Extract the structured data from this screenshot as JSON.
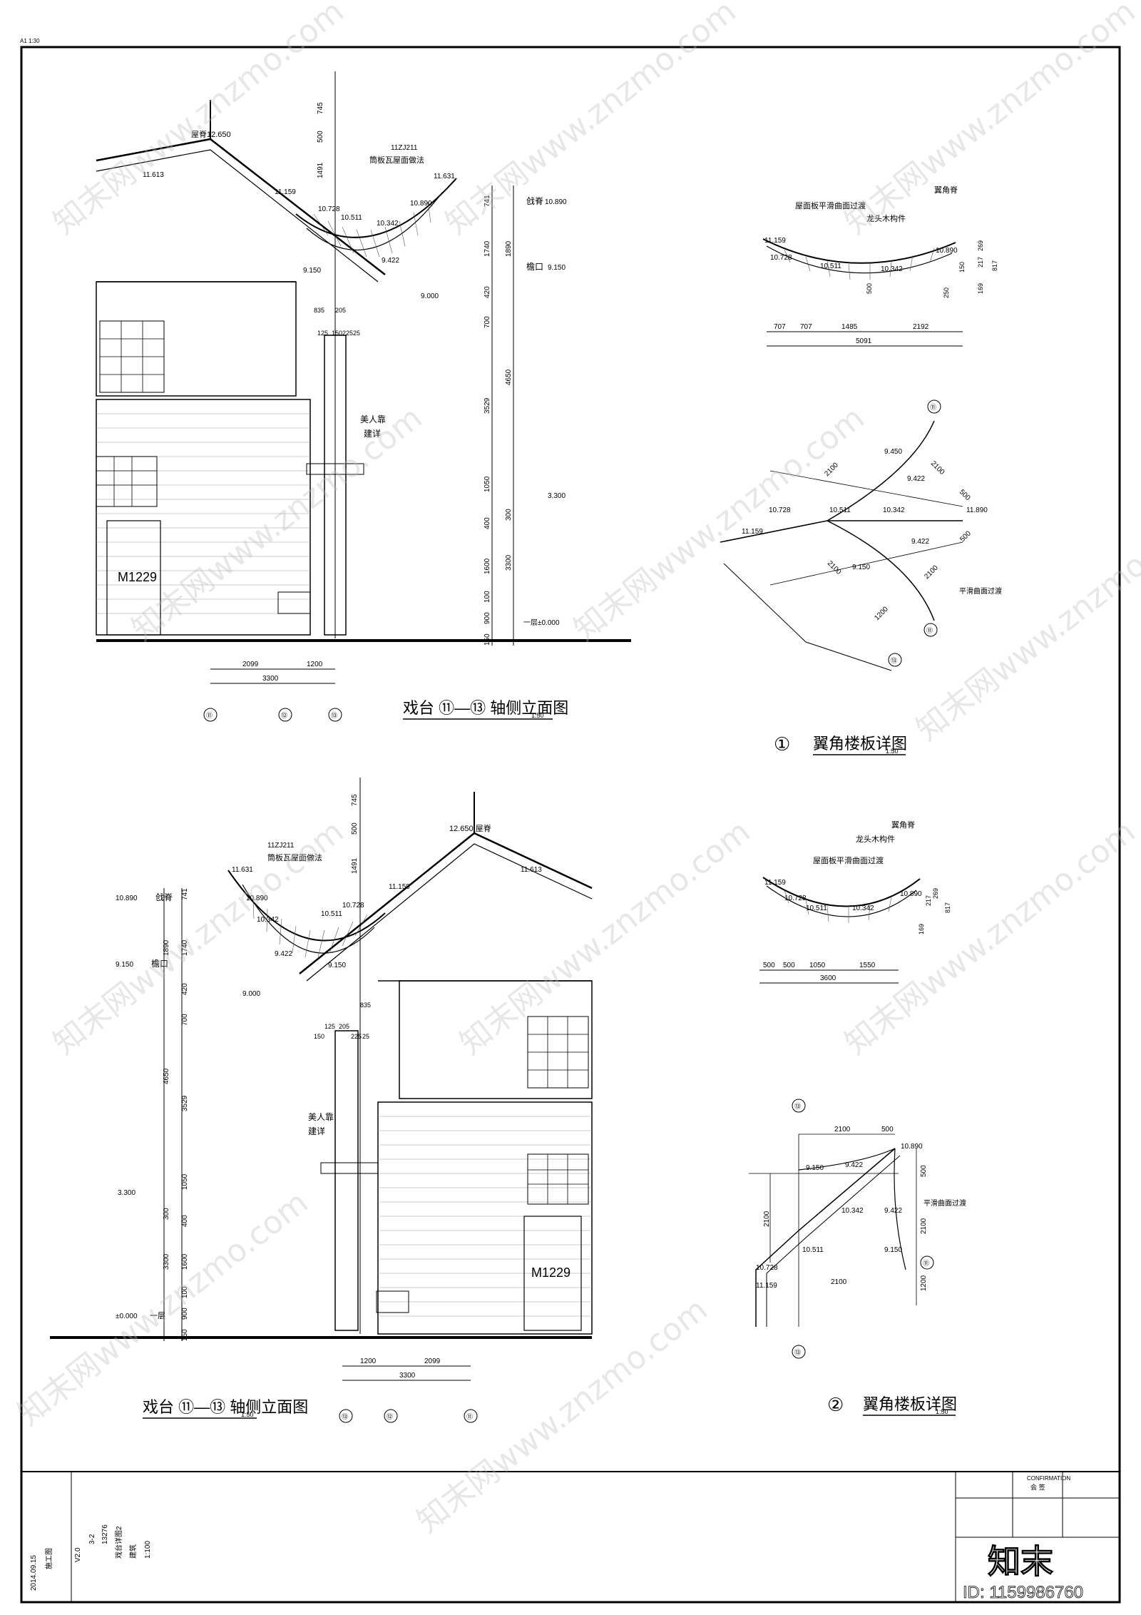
{
  "sheet_note": "A1 1:30",
  "view1": {
    "title": "戏台 ⑪—⑬ 轴侧立面图",
    "scale": "1:50",
    "ridge_label": "屋脊12.650",
    "roof_note_code": "11ZJ211",
    "roof_note": "筒板瓦屋面做法",
    "elev_ridge_tip": "11.631",
    "elev_a": "11.613",
    "elev_b": "11.159",
    "elev_c": "10.728",
    "elev_d": "10.511",
    "elev_e": "10.342",
    "elev_f": "10.890",
    "elev_g": "9.422",
    "elev_h": "9.150",
    "elev_i": "9.000",
    "wall_note_1": "美人靠",
    "wall_note_2": "建详",
    "door_tag": "M1229",
    "right_labels": {
      "ridge": "戗脊",
      "ridge_val": "10.890",
      "eave": "檐口",
      "eave_val": "9.150",
      "floor_val": "3.300",
      "ground": "一层±0.000"
    },
    "dims_v1": [
      "745",
      "500",
      "1491"
    ],
    "dims_v2": [
      "741",
      "1740",
      "420",
      "700",
      "3529",
      "1050",
      "400",
      "1600",
      "100",
      "900",
      "150"
    ],
    "dims_v3": [
      "1890",
      "4650",
      "300",
      "3300"
    ],
    "small_dims": [
      "835",
      "205",
      "125",
      "150",
      "225",
      "25"
    ],
    "dims_h": [
      "2099",
      "1200",
      "3300"
    ],
    "axes": [
      "⑪",
      "⑫",
      "⑬"
    ]
  },
  "view2": {
    "title": "戏台 ⑪—⑬ 轴侧立面图",
    "scale": "1:50",
    "ridge_label": "12.650 屋脊",
    "roof_note_code": "11ZJ211",
    "roof_note": "筒板瓦屋面做法",
    "elev_ridge_tip": "11.631",
    "elev_a": "11.613",
    "elev_b": "11.159",
    "elev_c": "10.728",
    "elev_d": "10.511",
    "elev_e": "10.342",
    "elev_f": "10.890",
    "elev_g": "9.422",
    "elev_h": "9.150",
    "elev_i": "9.000",
    "wall_note_1": "美人靠",
    "wall_note_2": "建详",
    "door_tag": "M1229",
    "left_labels": {
      "ridge": "戗脊",
      "ridge_val": "10.890",
      "eave": "檐口",
      "eave_val": "9.150",
      "floor_val": "3.300",
      "ground": "一层",
      "ground_val": "±0.000"
    },
    "dims_v1": [
      "745",
      "500",
      "1491"
    ],
    "dims_v2": [
      "741",
      "1740",
      "420",
      "700",
      "3529",
      "1050",
      "400",
      "1600",
      "100",
      "900",
      "150"
    ],
    "dims_v3": [
      "1890",
      "4650",
      "300",
      "3300"
    ],
    "small_dims": [
      "835",
      "205",
      "125",
      "150",
      "225",
      "25"
    ],
    "dims_h": [
      "1200",
      "2099",
      "3300"
    ],
    "axes": [
      "⑬",
      "⑫",
      "⑪"
    ]
  },
  "detail1": {
    "title": "翼角楼板详图",
    "number": "①",
    "scale": "1:50",
    "label_ridge": "翼角脊",
    "label_surface": "屋面板平滑曲面过渡",
    "label_member": "龙头木构件",
    "section_vals": [
      "11.159",
      "10.728",
      "10.511",
      "10.342",
      "10.890"
    ],
    "section_dims": [
      "500",
      "169",
      "217",
      "269",
      "817",
      "150",
      "250"
    ],
    "plan_dims": [
      "707",
      "707",
      "1485",
      "2192",
      "5091"
    ],
    "plan_vals": [
      "9.450",
      "9.422",
      "10.728",
      "10.511",
      "10.342",
      "11.890",
      "9.422",
      "11.159",
      "9.150"
    ],
    "plan_dims2": [
      "2100",
      "2100",
      "2100",
      "2100",
      "500",
      "500",
      "1200"
    ],
    "plan_note": "平滑曲面过渡",
    "axes": [
      "⑪",
      "⑪",
      "⑬"
    ]
  },
  "detail2": {
    "title": "翼角楼板详图",
    "number": "②",
    "scale": "1:50",
    "label_ridge": "翼角脊",
    "label_surface": "屋面板平滑曲面过渡",
    "label_member": "龙头木构件",
    "section_vals": [
      "11.159",
      "10.728",
      "10.511",
      "10.342",
      "10.890"
    ],
    "section_dims": [
      "169",
      "217",
      "269",
      "817"
    ],
    "plan_dims": [
      "500",
      "500",
      "1050",
      "1550",
      "3600"
    ],
    "plan_vals": [
      "10.890",
      "9.150",
      "9.422",
      "10.342",
      "9.422",
      "10.511",
      "9.150",
      "10.728",
      "11.159"
    ],
    "plan_dims2": [
      "2100",
      "500",
      "500",
      "2100",
      "2100",
      "1200",
      "2100"
    ],
    "plan_note": "平滑曲面过渡",
    "axes": [
      "⑬",
      "⑪",
      "⑬"
    ]
  },
  "title_block": {
    "confirm": "CONFIRMATION",
    "confirm_cn": "会 签",
    "drawing_name": "戏台详图2",
    "project_no": "13276",
    "sheet_no": "3-2",
    "stage": "施工图",
    "date": "2014.09.15",
    "discipline": "建筑",
    "rev": "V2.0",
    "scale_note": "1:100"
  },
  "watermark": "知末网www.znzmo.com",
  "brand": "知末",
  "id_label": "ID: 1159986760"
}
